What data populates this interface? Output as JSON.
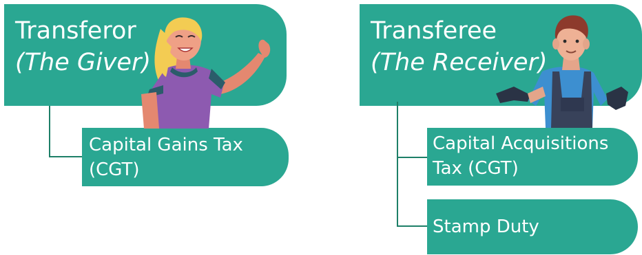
{
  "left": {
    "title": "Transferor",
    "subtitle": "(The Giver)",
    "taxes": [
      {
        "lines": [
          "Capital Gains Tax",
          "(CGT)"
        ]
      }
    ]
  },
  "right": {
    "title": "Transferee",
    "subtitle": "(The Receiver)",
    "taxes": [
      {
        "lines": [
          "Capital Acquisitions",
          "Tax (CGT)"
        ]
      },
      {
        "lines": [
          "Stamp Duty"
        ]
      }
    ]
  },
  "colors": {
    "box": "#2aa792",
    "connector": "#1d7f67",
    "text": "#ffffff"
  },
  "icons": [
    "woman-waving-icon",
    "man-gesturing-icon"
  ]
}
